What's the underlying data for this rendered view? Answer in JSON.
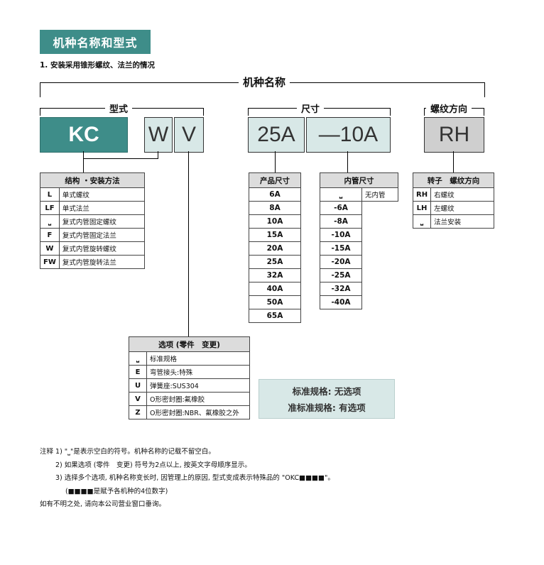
{
  "header": {
    "tag": "机种名称和型式"
  },
  "subtitle": "1. 安装采用锥形螺纹、法兰的情况",
  "labels": {
    "model_name": "机种名称",
    "type": "型式",
    "size": "尺寸",
    "thread_direction": "螺纹方向"
  },
  "codes": {
    "kc": "KC",
    "w": "W",
    "v": "V",
    "size": "25A",
    "inner": "—10A",
    "rh": "RH"
  },
  "structure_table": {
    "header": "结构 ・安装方法",
    "rows": [
      {
        "code": "L",
        "desc": "单式螺纹"
      },
      {
        "code": "LF",
        "desc": "单式法兰"
      },
      {
        "code": "⎵",
        "desc": "复式内管固定螺纹"
      },
      {
        "code": "F",
        "desc": "复式内管固定法兰"
      },
      {
        "code": "W",
        "desc": "复式内管旋转螺纹"
      },
      {
        "code": "FW",
        "desc": "复式内管旋转法兰"
      }
    ]
  },
  "product_size_table": {
    "header": "产品尺寸",
    "rows": [
      "6A",
      "8A",
      "10A",
      "15A",
      "20A",
      "25A",
      "32A",
      "40A",
      "50A",
      "65A"
    ]
  },
  "inner_size_table": {
    "header": "内管尺寸",
    "first": {
      "code": "⎵",
      "desc": "无内管"
    },
    "rows": [
      "-6A",
      "-8A",
      "-10A",
      "-15A",
      "-20A",
      "-25A",
      "-32A",
      "-40A"
    ]
  },
  "rotor_table": {
    "header": "转子　螺纹方向",
    "rows": [
      {
        "code": "RH",
        "desc": "右螺纹"
      },
      {
        "code": "LH",
        "desc": "左螺纹"
      },
      {
        "code": "⎵",
        "desc": "法兰安装"
      }
    ]
  },
  "option_table": {
    "header": "选项 (零件　变更)",
    "rows": [
      {
        "code": "⎵",
        "desc": "标准规格"
      },
      {
        "code": "E",
        "desc": "弯管接头:特殊"
      },
      {
        "code": "U",
        "desc": "弹簧座:SUS304"
      },
      {
        "code": "V",
        "desc": "O形密封圈:氟橡胶"
      },
      {
        "code": "Z",
        "desc": "O形密封圈:NBR、氟橡胶之外"
      }
    ]
  },
  "notebox": {
    "line1": "标准规格: 无选项",
    "line2": "准标准规格: 有选项"
  },
  "notes": [
    "注释 1) \"⎵\"是表示空白的符号。机种名称的记载不留空白。",
    "2) 如果选项 (零件　变更) 符号为2点以上, 按英文字母顺序显示。",
    "3) 选择多个选项, 机种名称变长时, 因管理上的原因, 型式变成表示特殊品的 \"OKC■■■■\"。",
    "(■■■■是赋予各机种的4位数字)",
    "如有不明之处, 请向本公司营业窗口垂询。"
  ]
}
